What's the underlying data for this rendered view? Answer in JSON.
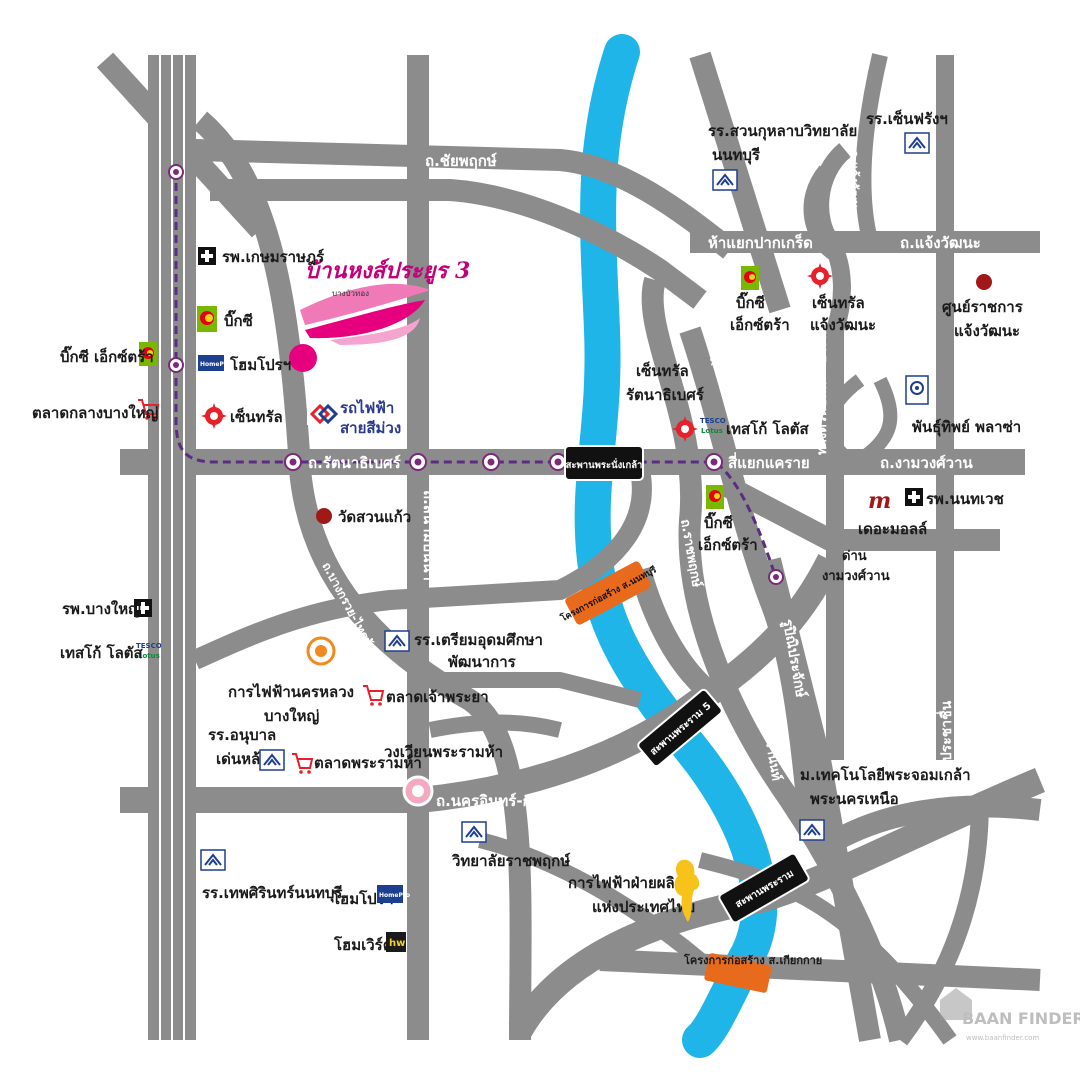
{
  "project": {
    "title": "บ้านหงส์ประยูร 3",
    "subtitle": "บางบัวทอง"
  },
  "roads": {
    "chaiyapruek": "ถ.ชัยพฤกษ์",
    "rattanathibet": "ถ.รัตนาธิเบศร์",
    "ngamwongwan": "ถ.งามวงศ์วาน",
    "chaengwattana": "ถ.แจ้งวัฒนะ",
    "sanambinnam": "ถ.สนามบินน้ำ",
    "nakhon_in": "ถ.นครอินทร์-กาญจนาภิเษก",
    "bang_kruai_sai_noi": "ถ.บางกรวย-ไทรน้อย",
    "ratchaphruek": "ถ.ราชพฤกษ์",
    "tiwanon": "ถ.ติวานนท์",
    "pracharat": "ถ.ประชาชื่น",
    "chaengwattana_ext": "ถ.แจ้งวัฒนะ",
    "tiwanon2": "ถ.ติวานนท์",
    "chakkrawat": "รูปิณิประจักษ์",
    "chaengwattana_hway": "ทางด่วนขั้นที่ 2 บางโคล่-แจ้งวัฒนะ",
    "pibul": "ถ.พิบูลสงคราม",
    "pak_kret_jct": "ห้าแยกปากเกร็ด",
    "khae_rai_jct": "สี่แยกแคราย"
  },
  "bridges": {
    "phra_nangklao": "สะพานพระนั่งเกล้า",
    "rama5": "สะพานพระราม 5",
    "rama7": "สะพานพระราม",
    "project_nonthaburi": "โครงการก่อสร้าง ส.นนทบุรี",
    "project_kiakkai": "โครงการก่อสร้าง ส.เกียกกาย"
  },
  "landmarks": {
    "kasemrad": "รพ.เกษมราษฎร์",
    "bigc1": "บิ๊กซี",
    "homepro1": "โฮมโปรฯ",
    "central1": "เซ็นทรัล",
    "purple_line": "รถไฟฟ้า\nสายสีม่วง",
    "purple_line_1": "รถไฟฟ้า",
    "purple_line_2": "สายสีม่วง",
    "bigc_extra_left": "บิ๊กซี เอ็กซ์ตร้า",
    "talad_bangyai": "ตลาดกลางบางใหญ่",
    "wat_suankaew": "วัดสวนแก้ว",
    "bangyai_hosp": "รพ.บางใหญ่",
    "tesco_left": "เทสโก้ โลตัส",
    "triam_1": "รร.เตรียมอุดมศึกษา",
    "triam_2": "พัฒนาการ",
    "mea_1": "การไฟฟ้านครหลวง",
    "mea_2": "บางใหญ่",
    "talad_chaopraya": "ตลาดเจ้าพระยา",
    "anuban_1": "รร.อนุบาล",
    "anuban_2": "เด่นหล้า",
    "talad_phraram5": "ตลาดพระรามห้า",
    "wongwian_rama5": "วงเวียนพระรามห้า",
    "wittaya_rp": "วิทยาลัยราชพฤกษ์",
    "thepsirin": "รร.เทพศิรินทร์นนทบุรี",
    "homepro2": "โฮมโปรฯ",
    "homeworks": "โฮมเวิร์ค",
    "egat_1": "การไฟฟ้าฝ่ายผลิต",
    "egat_2": "แห่งประเทศไทย",
    "suankulap_1": "รร.สวนกุหลาบวิทยาลัย",
    "suankulap_2": "นนทบุรี",
    "stfrancis": "รร.เซ็นฟรังฯ",
    "bigc2_1": "บิ๊กซี",
    "bigc2_2": "เอ็กซ์ตร้า",
    "central2_1": "เซ็นทรัล",
    "central2_2": "แจ้งวัฒนะ",
    "govcenter_1": "ศูนย์ราชการ",
    "govcenter_2": "แจ้งวัฒนะ",
    "central3_1": "เซ็นทรัล",
    "central3_2": "รัตนาธิเบศร์",
    "tesco2": "เทสโก้ โลตัส",
    "pantip": "พันธุ์ทิพย์ พลาซ่า",
    "bigc3_1": "บิ๊กซี",
    "bigc3_2": "เอ็กซ์ตร้า",
    "themall": "เดอะมอลล์",
    "nonthavej": "รพ.นนทเวช",
    "customs_1": "ด่าน",
    "customs_2": "งามวงศ์วาน",
    "tech_north_1": "ม.เทคโนโลยีพระจอมเกล้า",
    "tech_north_2": "พระนครเหนือ"
  },
  "brands": {
    "bigc": "Big C",
    "tesco_1": "TESCO",
    "tesco_2": "Lotus",
    "homepro": "HomePro",
    "homeworks": "hw"
  },
  "watermark": {
    "name": "BAAN FINDER",
    "url": "www.baanfinder.com"
  },
  "colors": {
    "road": "#8c8c8c",
    "river": "#1fb5e8",
    "purple_line": "#5a2d82",
    "construction": "#e86a1c",
    "bridge": "#111111",
    "project_pink": "#e6007e",
    "station_ring": "#7a2a7a"
  }
}
